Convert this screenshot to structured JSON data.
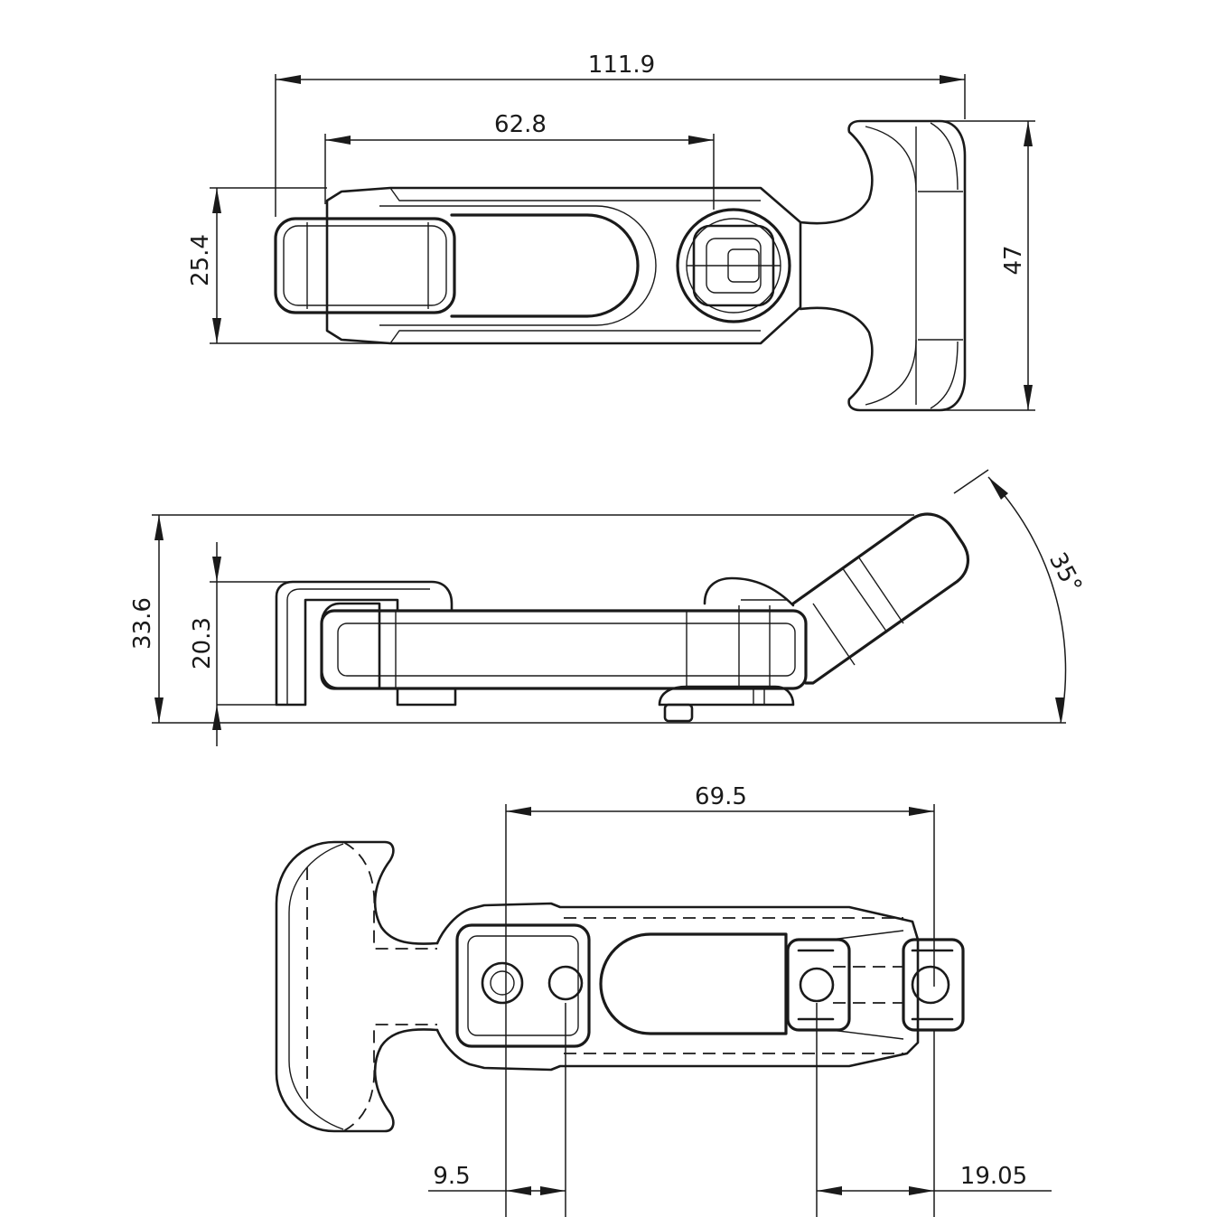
{
  "drawing": {
    "top_view": {
      "overall_length": "111.9",
      "slot_length": "62.8",
      "body_width": "25.4",
      "hook_width": "47"
    },
    "side_view": {
      "overall_height": "33.6",
      "body_height": "20.3",
      "angle": "35°"
    },
    "bottom_view": {
      "hole_spacing": "69.5",
      "left_hole_offset": "9.5",
      "right_hole_offset": "19.05"
    }
  }
}
